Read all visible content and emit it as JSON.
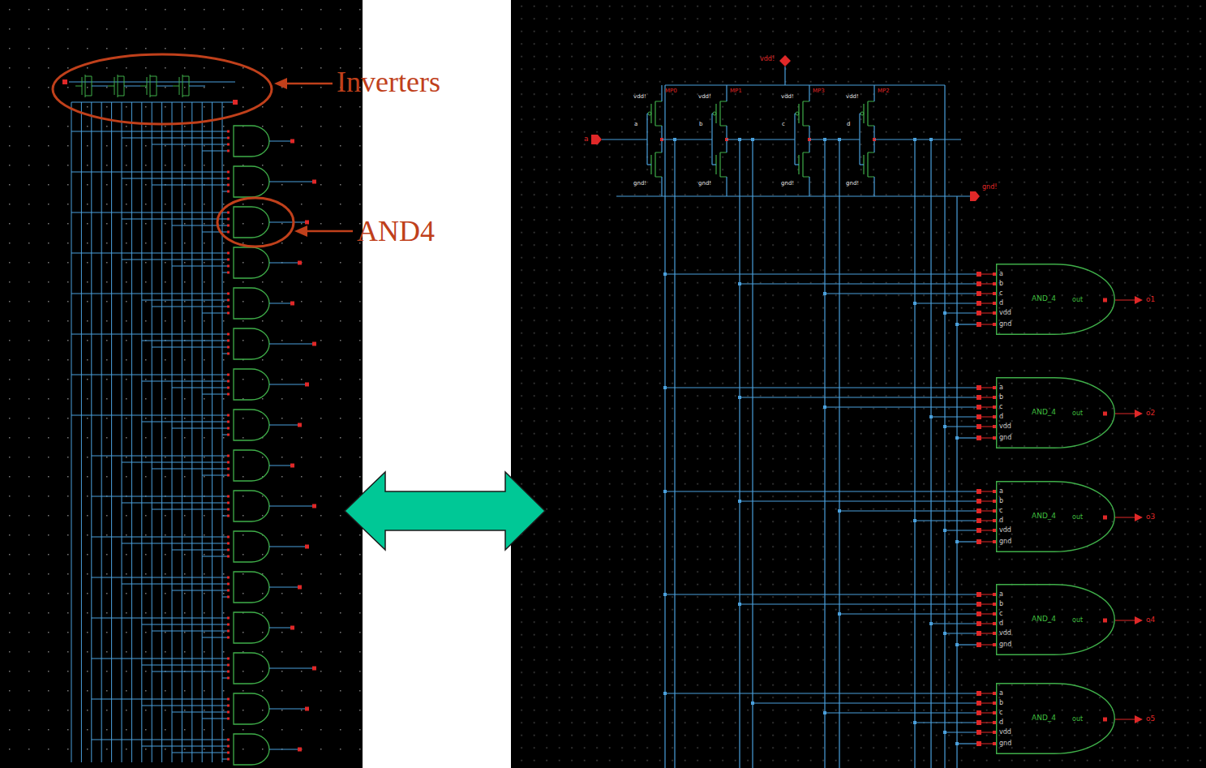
{
  "diagram": {
    "nodes": [
      {
        "text": [
          "AND_4",
          "a",
          "b",
          "c",
          "d",
          "vdd",
          "gnd",
          "out"
        ]
      },
      {
        "text": [
          "AND_4",
          "a",
          "b",
          "c",
          "d",
          "vdd",
          "gnd",
          "out"
        ]
      },
      {
        "text": [
          "AND_4",
          "a",
          "b",
          "c",
          "d",
          "vdd",
          "gnd",
          "out"
        ]
      },
      {
        "text": [
          "AND_4",
          "a",
          "b",
          "c",
          "d",
          "vdd",
          "gnd",
          "out"
        ]
      },
      {
        "text": [
          "AND_4",
          "a",
          "b",
          "c",
          "d",
          "vdd",
          "gnd",
          "out"
        ]
      }
    ],
    "labels": [
      "Inverters",
      "AND4",
      "vdd!",
      "gnd!",
      "a",
      "o1",
      "o2",
      "o3",
      "o4",
      "o5",
      "MP0",
      "MP1",
      "MP3",
      "MP2",
      "vdd!",
      "vdd!",
      "vdd!",
      "vdd!",
      "a",
      "b",
      "c",
      "d",
      "gnd!",
      "gnd!",
      "gnd!",
      "gnd!"
    ]
  }
}
